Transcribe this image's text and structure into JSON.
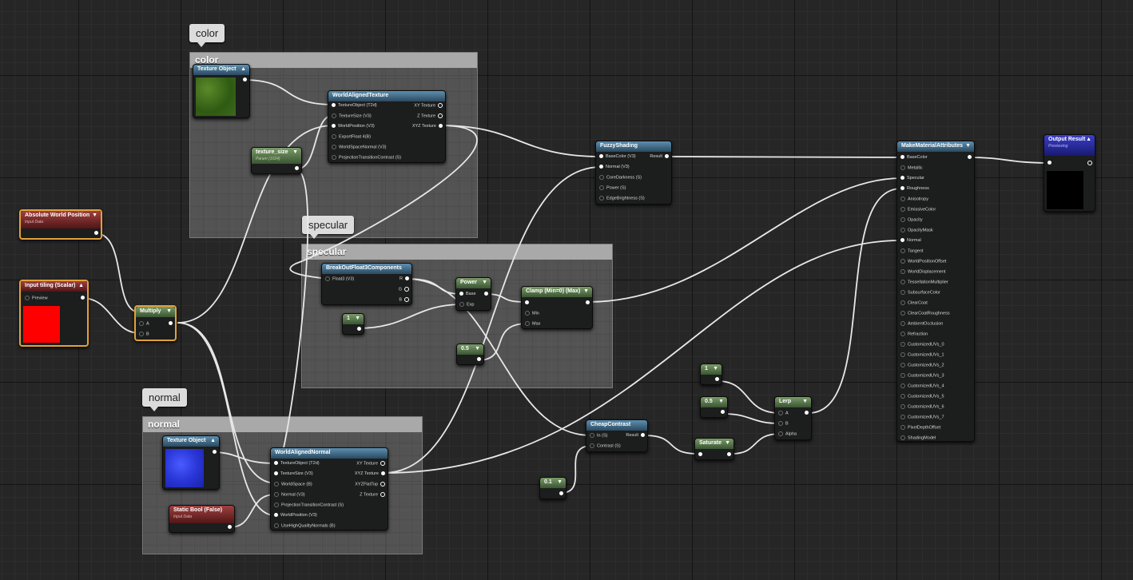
{
  "comments": {
    "color": "color",
    "specular": "specular",
    "normal": "normal"
  },
  "nodes": {
    "texture_object_color": "Texture Object",
    "world_aligned_texture": {
      "title": "WorldAlignedTexture",
      "inputs": [
        "TextureObject (T2d)",
        "TextureSize (V3)",
        "WorldPosition (V3)",
        "ExportFloat 4(B)",
        "WorldSpaceNormal (V3)",
        "ProjectionTransitionContrast (S)"
      ],
      "outputs": [
        "XY Texture",
        "Z Texture",
        "XYZ Texture"
      ]
    },
    "texture_size": {
      "title": "texture_size",
      "sub": "Param (1024)"
    },
    "absolute_world_position": {
      "title": "Absolute World Position",
      "sub": "Input Data"
    },
    "input_tiling": {
      "title": "Input tiling (Scalar)",
      "preview": "Preview"
    },
    "multiply": {
      "title": "Multiply",
      "inputs": [
        "A",
        "B"
      ]
    },
    "break_out": {
      "title": "BreakOutFloat3Components",
      "input": "Float3 (V3)",
      "outputs": [
        "R",
        "G",
        "B"
      ]
    },
    "power": {
      "title": "Power",
      "inputs": [
        "Base",
        "Exp"
      ]
    },
    "const_1_spec": "1",
    "const_05_spec": "0.5",
    "clamp": {
      "title": "Clamp (Min=0) (Max)",
      "inputs": [
        "Min",
        "Max"
      ]
    },
    "fuzzy_shading": {
      "title": "FuzzyShading",
      "inputs": [
        "BaseColor (V3)",
        "Normal (V3)",
        "CoreDarkness (S)",
        "Power (S)",
        "EdgeBrightness (S)"
      ],
      "output": "Result"
    },
    "make_material_attributes": {
      "title": "MakeMaterialAttributes",
      "inputs": [
        "BaseColor",
        "Metallic",
        "Specular",
        "Roughness",
        "Anisotropy",
        "EmissiveColor",
        "Opacity",
        "OpacityMask",
        "Normal",
        "Tangent",
        "WorldPositionOffset",
        "WorldDisplacement",
        "TessellationMultiplier",
        "SubsurfaceColor",
        "ClearCoat",
        "ClearCoatRoughness",
        "AmbientOcclusion",
        "Refraction",
        "CustomizedUVs_0",
        "CustomizedUVs_1",
        "CustomizedUVs_2",
        "CustomizedUVs_3",
        "CustomizedUVs_4",
        "CustomizedUVs_5",
        "CustomizedUVs_6",
        "CustomizedUVs_7",
        "PixelDepthOffset",
        "ShadingModel"
      ]
    },
    "output_result": {
      "title": "Output Result",
      "sub": "Previewing"
    },
    "const_1_lerp": "1",
    "const_05_lerp": "0.5",
    "lerp": {
      "title": "Lerp",
      "inputs": [
        "A",
        "B",
        "Alpha"
      ]
    },
    "cheap_contrast": {
      "title": "CheapContrast",
      "inputs": [
        "In (S)",
        "Contrast (S)"
      ],
      "output": "Result"
    },
    "saturate": "Saturate",
    "const_01": "0.1",
    "texture_object_normal": "Texture Object",
    "world_aligned_normal": {
      "title": "WorldAlignedNormal",
      "inputs": [
        "TextureObject (T2d)",
        "TextureSize (V3)",
        "WorldSpace (B)",
        "Normal (V3)",
        "ProjectionTransitionContrast (S)",
        "WorldPosition (V3)",
        "UseHighQualityNormals (B)"
      ],
      "outputs": [
        "XY Texture",
        "XYZ Texture",
        "XYZFlatTop",
        "Z Texture"
      ]
    },
    "static_bool": {
      "title": "Static Bool (False)",
      "sub": "Input Data"
    }
  },
  "colors": {
    "selection": "#e2a13a",
    "function_header": "#3d6b8a",
    "constant_header": "#5a7a4a",
    "input_header": "#7a2020",
    "output_header": "#2a2ea0",
    "preview_red": "#ff0000"
  }
}
